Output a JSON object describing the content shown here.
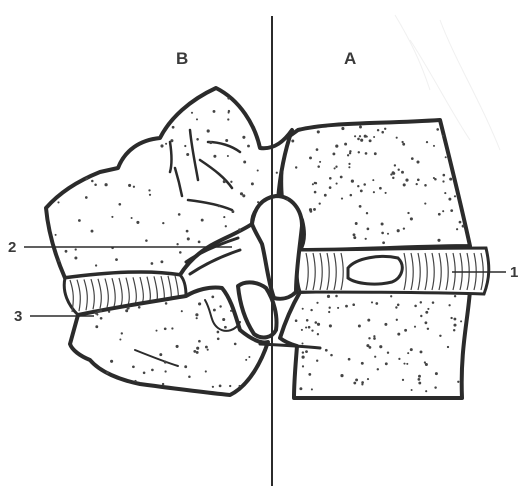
{
  "labels": {
    "view_b": "B",
    "view_a": "A",
    "callout_1": "1",
    "callout_2": "2",
    "callout_3": "3"
  },
  "colors": {
    "ink": "#2b2b2b",
    "background": "#ffffff"
  }
}
